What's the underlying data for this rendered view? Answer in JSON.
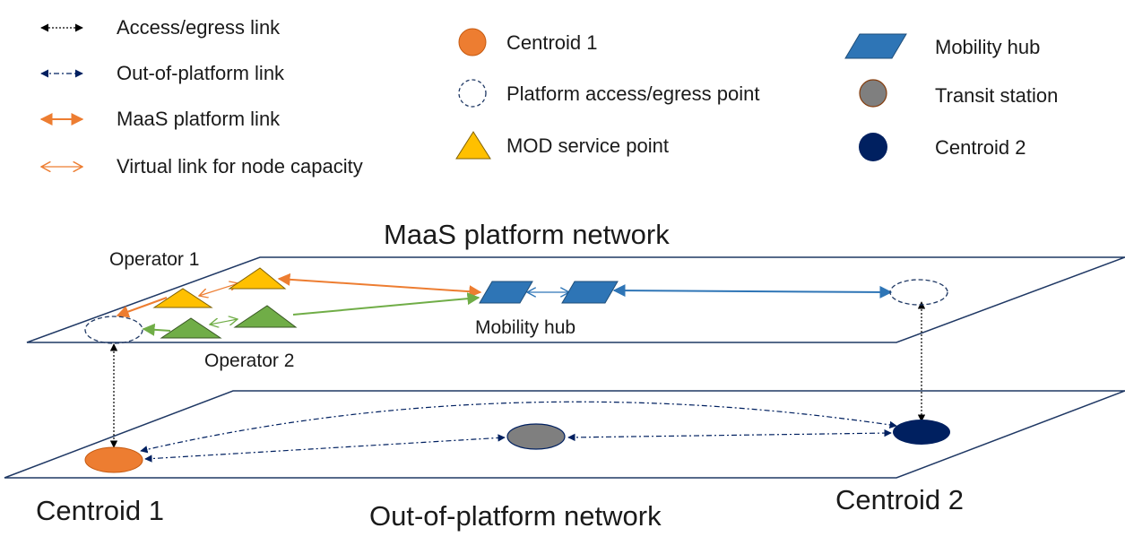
{
  "legend": {
    "access_egress_link": "Access/egress  link",
    "out_of_platform_link": "Out-of-platform link",
    "maas_platform_link": "MaaS platform link",
    "virtual_link": "Virtual link for node capacity",
    "centroid_1": "Centroid 1",
    "platform_access_point": "Platform access/egress  point",
    "mod_service_point": "MOD service point",
    "mobility_hub": "Mobility hub",
    "transit_station": "Transit station",
    "centroid_2": "Centroid 2"
  },
  "platform": {
    "title": "MaaS platform network",
    "operator_1": "Operator 1",
    "operator_2": "Operator 2",
    "mobility_hub_label": "Mobility hub"
  },
  "out_platform": {
    "title": "Out-of-platform network",
    "centroid_1_label": "Centroid 1",
    "centroid_2_label": "Centroid 2"
  },
  "colors": {
    "orange": "#ed7d31",
    "gold": "#ffc000",
    "green": "#70ad47",
    "blue": "#2e75b6",
    "navy": "#002060",
    "gray": "#7f7f7f",
    "dark_blue_line": "#1f3864"
  }
}
